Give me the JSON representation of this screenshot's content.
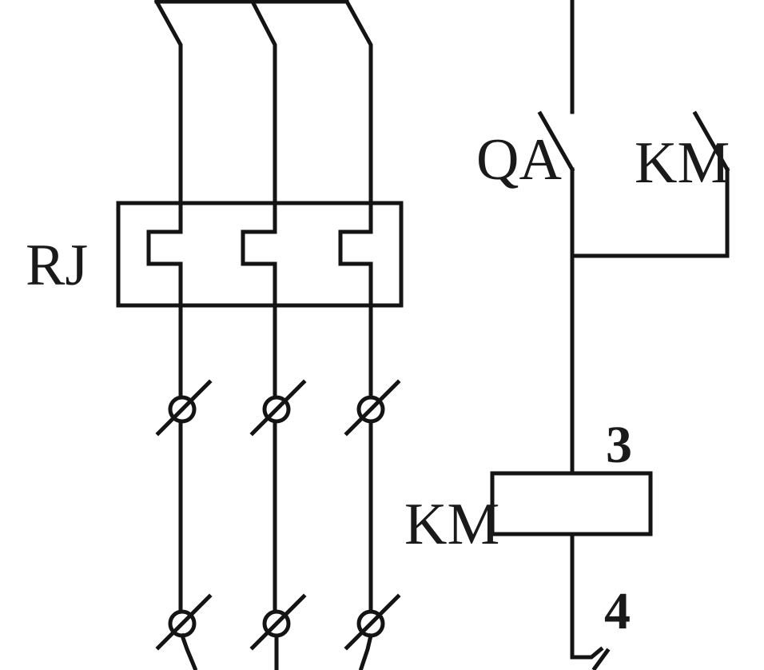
{
  "labels": {
    "thermal_relay": "RJ",
    "start_button": "QA",
    "aux_contact": "KM",
    "coil": "KM",
    "coil_terminal_top": "3",
    "coil_terminal_bottom": "4"
  },
  "colors": {
    "line": "#141414",
    "text": "#1a1a1a",
    "background": "#ffffff"
  }
}
